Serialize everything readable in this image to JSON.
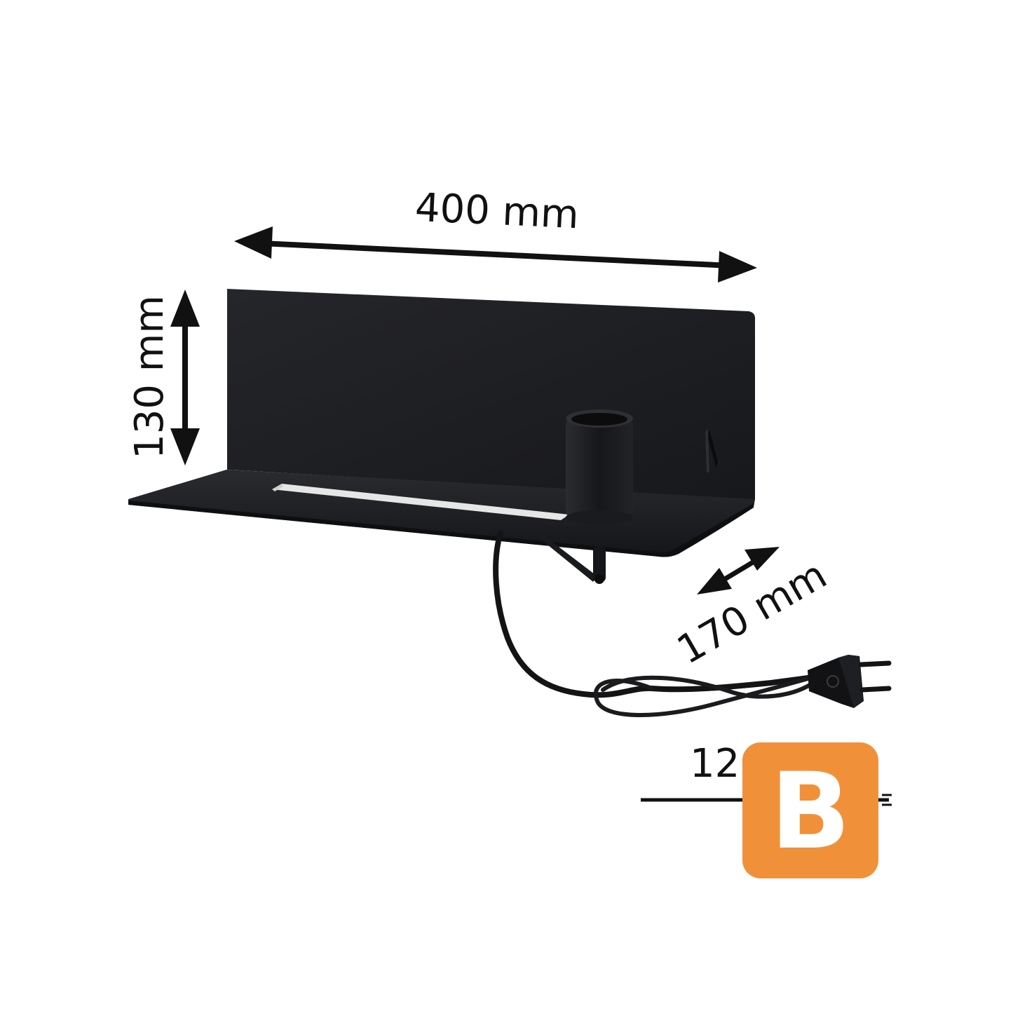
{
  "dimensions": {
    "width": "400 mm",
    "height": "130 mm",
    "depth": "170 mm",
    "cable": "120"
  },
  "energy_badge": {
    "letter": "B",
    "color": "#f0913a"
  },
  "product_color": "#1c1d20"
}
